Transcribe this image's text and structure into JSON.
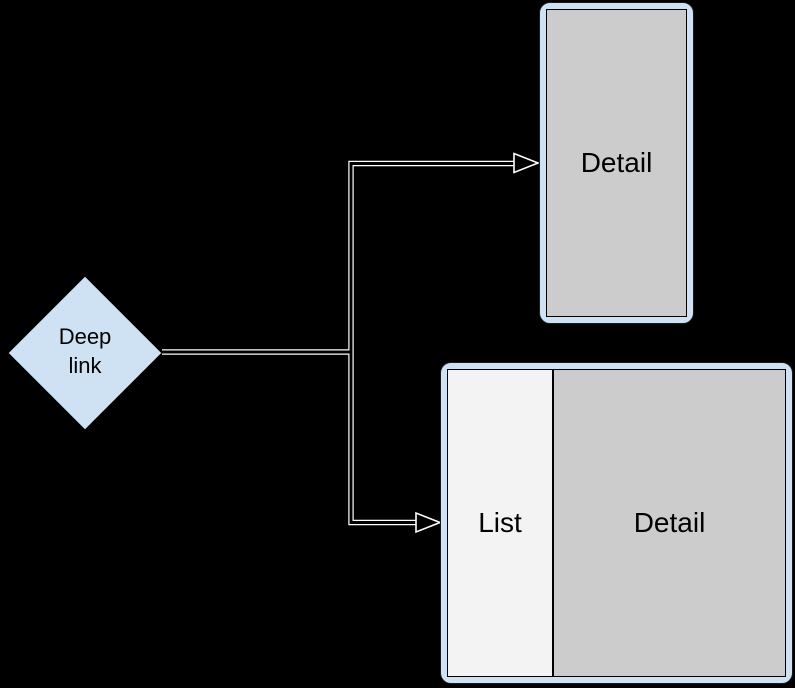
{
  "diagram": {
    "background_color": "#000000",
    "colors": {
      "node_fill": "#cfe2f3",
      "device_frame_fill": "#cfe2f3",
      "detail_pane_fill": "#cccccc",
      "list_pane_fill": "#f3f3f3",
      "shape_outline": "#000000",
      "connector_casing": "#ffffff",
      "connector_core": "#000000",
      "text": "#000000"
    },
    "deep_link_node": {
      "label": "Deep\nlink"
    },
    "phone_mock": {
      "detail_label": "Detail"
    },
    "tablet_mock": {
      "list_label": "List",
      "detail_label": "Detail"
    }
  }
}
